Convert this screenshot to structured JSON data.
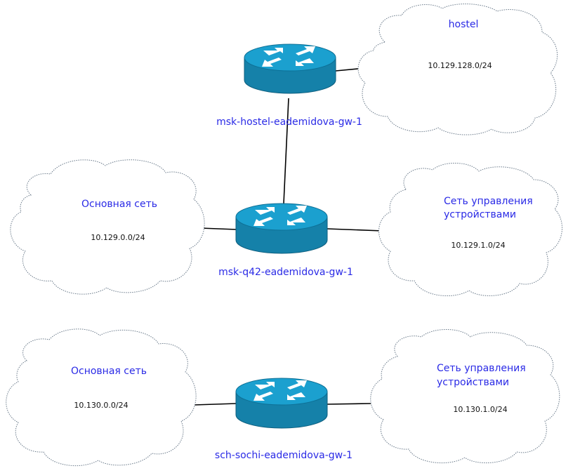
{
  "routers": [
    {
      "id": "hostel-gw",
      "label": "msk-hostel-eademidova-gw-1"
    },
    {
      "id": "q42-gw",
      "label": "msk-q42-eademidova-gw-1"
    },
    {
      "id": "sochi-gw",
      "label": "sch-sochi-eademidova-gw-1"
    }
  ],
  "clouds": [
    {
      "id": "hostel-net",
      "title": "hostel",
      "title_line2": "",
      "subnet": "10.129.128.0/24"
    },
    {
      "id": "msk-main-net",
      "title": "Основная сеть",
      "title_line2": "",
      "subnet": "10.129.0.0/24"
    },
    {
      "id": "msk-mgmt-net",
      "title": "Сеть управления",
      "title_line2": "устройствами",
      "subnet": "10.129.1.0/24"
    },
    {
      "id": "sochi-main-net",
      "title": "Основная сеть",
      "title_line2": "",
      "subnet": "10.130.0.0/24"
    },
    {
      "id": "sochi-mgmt-net",
      "title": "Сеть управления",
      "title_line2": "устройствами",
      "subnet": "10.130.1.0/24"
    }
  ],
  "links": [
    {
      "from": "hostel-gw",
      "to": "hostel-net"
    },
    {
      "from": "hostel-gw",
      "to": "q42-gw"
    },
    {
      "from": "msk-main-net",
      "to": "q42-gw"
    },
    {
      "from": "q42-gw",
      "to": "msk-mgmt-net"
    },
    {
      "from": "sochi-main-net",
      "to": "sochi-gw"
    },
    {
      "from": "sochi-gw",
      "to": "sochi-mgmt-net"
    }
  ],
  "colors": {
    "label": "#2a2ae6",
    "router_top": "#1ba0cf",
    "router_side": "#1581a9",
    "link": "#000000"
  }
}
